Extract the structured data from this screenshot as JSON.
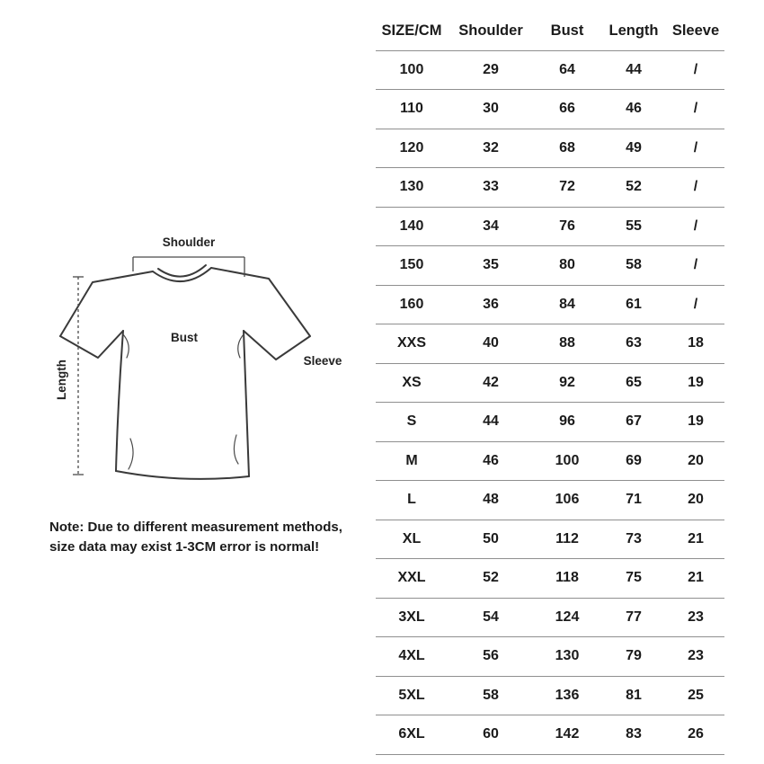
{
  "diagram": {
    "labels": {
      "shoulder": "Shoulder",
      "bust": "Bust",
      "sleeve": "Sleeve",
      "length": "Length"
    }
  },
  "note": {
    "line1": "Note: Due to different measurement methods,",
    "line2": "size data may exist 1-3CM error is normal!"
  },
  "table": {
    "headers": [
      "SIZE/CM",
      "Shoulder",
      "Bust",
      "Length",
      "Sleeve"
    ],
    "rows": [
      [
        "100",
        "29",
        "64",
        "44",
        "/"
      ],
      [
        "110",
        "30",
        "66",
        "46",
        "/"
      ],
      [
        "120",
        "32",
        "68",
        "49",
        "/"
      ],
      [
        "130",
        "33",
        "72",
        "52",
        "/"
      ],
      [
        "140",
        "34",
        "76",
        "55",
        "/"
      ],
      [
        "150",
        "35",
        "80",
        "58",
        "/"
      ],
      [
        "160",
        "36",
        "84",
        "61",
        "/"
      ],
      [
        "XXS",
        "40",
        "88",
        "63",
        "18"
      ],
      [
        "XS",
        "42",
        "92",
        "65",
        "19"
      ],
      [
        "S",
        "44",
        "96",
        "67",
        "19"
      ],
      [
        "M",
        "46",
        "100",
        "69",
        "20"
      ],
      [
        "L",
        "48",
        "106",
        "71",
        "20"
      ],
      [
        "XL",
        "50",
        "112",
        "73",
        "21"
      ],
      [
        "XXL",
        "52",
        "118",
        "75",
        "21"
      ],
      [
        "3XL",
        "54",
        "124",
        "77",
        "23"
      ],
      [
        "4XL",
        "56",
        "130",
        "79",
        "23"
      ],
      [
        "5XL",
        "58",
        "136",
        "81",
        "25"
      ],
      [
        "6XL",
        "60",
        "142",
        "83",
        "26"
      ]
    ]
  }
}
